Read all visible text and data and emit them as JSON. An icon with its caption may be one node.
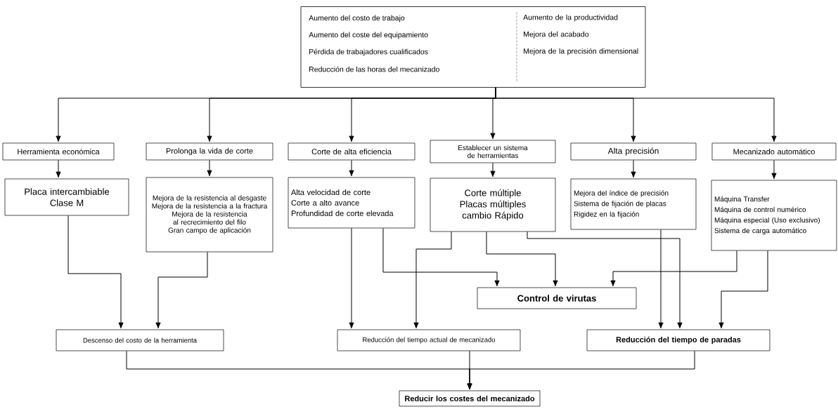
{
  "diagram": {
    "nodes": [
      {
        "text": [
          "Aumento del costo de trabajo",
          "Aumento del coste del equipamiento",
          "Pérdida de trabajadores cualificados",
          "Reducción de las horas del mecanizado",
          "Aumento de la productividad",
          "Mejora del acabado",
          "Mejora de la precisión dimensional"
        ]
      },
      {
        "text": [
          "Herramienta económica"
        ]
      },
      {
        "text": [
          "Prolonga la vida de corte"
        ]
      },
      {
        "text": [
          "Corte de alta eficiencia"
        ]
      },
      {
        "text": [
          "Establecer un sistema de herramientas"
        ]
      },
      {
        "text": [
          "Alta precisión"
        ]
      },
      {
        "text": [
          "Mecanizado automático"
        ]
      },
      {
        "text": [
          "Placa intercambiable Clase M"
        ]
      },
      {
        "text": [
          "Mejora de la resistencia al desgaste",
          "Mejora de la resistencia a la fractura",
          "Mejora de la resistencia al recrecimiento del filo",
          "Gran campo de aplicación"
        ]
      },
      {
        "text": [
          "Alta velocidad de corte",
          "Corte a alto avance",
          "Profundidad de corte elevada"
        ]
      },
      {
        "text": [
          "Corte múltiple",
          "Placas múltiples",
          "cambio Rápido"
        ]
      },
      {
        "text": [
          "Mejora del índice de precisión",
          "Sistema de fijación de placas",
          "Rigidez en la fijación"
        ]
      },
      {
        "text": [
          "Máquina Transfer",
          "Máquina de control numérico",
          "Máquina especial (Uso exclusivo)",
          "Sistema de carga automático"
        ]
      },
      {
        "text": [
          "Control de virutas"
        ]
      },
      {
        "text": [
          "Descenso del costo de la herramienta"
        ]
      },
      {
        "text": [
          "Reducción del tiempo actual de mecanizado"
        ]
      },
      {
        "text": [
          "Reducción del tiempo de paradas"
        ]
      },
      {
        "text": [
          "Reducir los costes del mecanizado"
        ]
      }
    ],
    "edges": [
      {
        "from": 0,
        "to": 1,
        "arrow": "to"
      },
      {
        "from": 0,
        "to": 2,
        "arrow": "to"
      },
      {
        "from": 0,
        "to": 3,
        "arrow": "to"
      },
      {
        "from": 0,
        "to": 4,
        "arrow": "to"
      },
      {
        "from": 0,
        "to": 5,
        "arrow": "to"
      },
      {
        "from": 0,
        "to": 6,
        "arrow": "to"
      },
      {
        "from": 1,
        "to": 7,
        "arrow": "to"
      },
      {
        "from": 2,
        "to": 8,
        "arrow": "to"
      },
      {
        "from": 3,
        "to": 9,
        "arrow": "to"
      },
      {
        "from": 4,
        "to": 10,
        "arrow": "to"
      },
      {
        "from": 5,
        "to": 11,
        "arrow": "to"
      },
      {
        "from": 6,
        "to": 12,
        "arrow": "to"
      },
      {
        "from": 7,
        "to": 14,
        "arrow": "to"
      },
      {
        "from": 8,
        "to": 14,
        "arrow": "to"
      },
      {
        "from": 9,
        "to": 15,
        "arrow": "to"
      },
      {
        "from": 9,
        "to": 13,
        "arrow": "to"
      },
      {
        "from": 10,
        "to": 15,
        "arrow": "to"
      },
      {
        "from": 10,
        "to": 13,
        "arrow": "to"
      },
      {
        "from": 10,
        "to": 16,
        "arrow": "to"
      },
      {
        "from": 11,
        "to": 16,
        "arrow": "to"
      },
      {
        "from": 12,
        "to": 13,
        "arrow": "to"
      },
      {
        "from": 12,
        "to": 16,
        "arrow": "to"
      },
      {
        "from": 14,
        "to": 17,
        "arrow": "to"
      },
      {
        "from": 15,
        "to": 17,
        "arrow": "to"
      },
      {
        "from": 16,
        "to": 17,
        "arrow": "to"
      }
    ]
  }
}
